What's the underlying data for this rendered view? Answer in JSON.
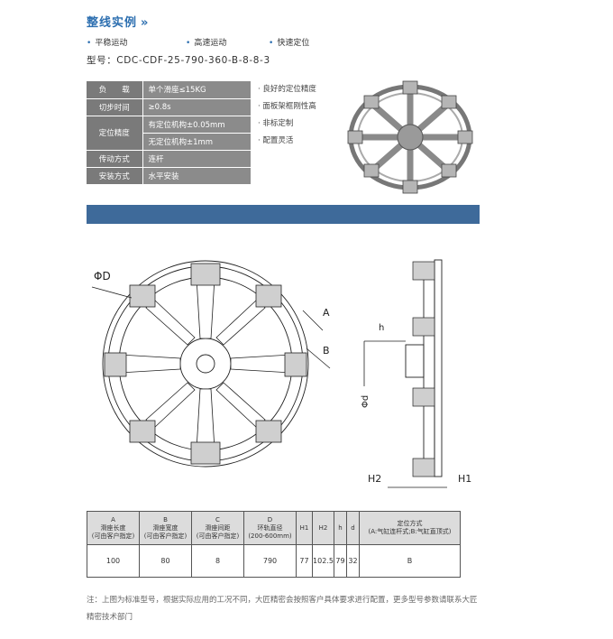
{
  "header": {
    "title": "整线实例",
    "chevron": "»"
  },
  "features": [
    "平稳运动",
    "高速运动",
    "快速定位"
  ],
  "model": "型号：CDC-CDF-25-790-360-B-8-8-3",
  "spec": {
    "rows": [
      {
        "key": "负　　载",
        "value": "单个滑座≤15KG"
      },
      {
        "key": "切步时间",
        "value": "≥0.8s"
      },
      {
        "key": "定位精度",
        "value": "有定位机构±0.05mm",
        "value2": "无定位机构±1mm"
      },
      {
        "key": "传动方式",
        "value": "连杆"
      },
      {
        "key": "安装方式",
        "value": "水平安装"
      }
    ]
  },
  "advantages": [
    "良好的定位精度",
    "面板架框刚性高",
    "非标定制",
    "配置灵活"
  ],
  "drawing_labels": {
    "front_d": "ΦD",
    "a": "A",
    "b": "B",
    "h": "h",
    "small_d": "Φd",
    "h2": "H2",
    "h1": "H1"
  },
  "dims_table": {
    "headers": [
      {
        "l1": "A",
        "l2": "滑座长度",
        "l3": "(可由客户指定)"
      },
      {
        "l1": "B",
        "l2": "滑座宽度",
        "l3": "(可由客户指定)"
      },
      {
        "l1": "C",
        "l2": "滑座间距",
        "l3": "(可由客户指定)"
      },
      {
        "l1": "D",
        "l2": "环轨直径",
        "l3": "(200-600mm)"
      },
      {
        "l1": "H1",
        "l2": "",
        "l3": ""
      },
      {
        "l1": "H2",
        "l2": "",
        "l3": ""
      },
      {
        "l1": "h",
        "l2": "",
        "l3": ""
      },
      {
        "l1": "d",
        "l2": "",
        "l3": ""
      },
      {
        "l1": "定位方式",
        "l2": "(A:气缸连杆式;B:气缸直顶式)",
        "l3": ""
      }
    ],
    "values": [
      "100",
      "80",
      "8",
      "790",
      "77",
      "102.5",
      "79",
      "32",
      "B"
    ]
  },
  "note": "注：上图为标准型号，根据实际应用的工况不同，大匠精密会按照客户具体要求进行配置，更多型号参数请联系大匠精密技术部门",
  "colors": {
    "accent": "#2d6fb0",
    "bar": "#3e6a9a",
    "spec_key": "#7a7a7a",
    "spec_val": "#8b8b8b"
  }
}
